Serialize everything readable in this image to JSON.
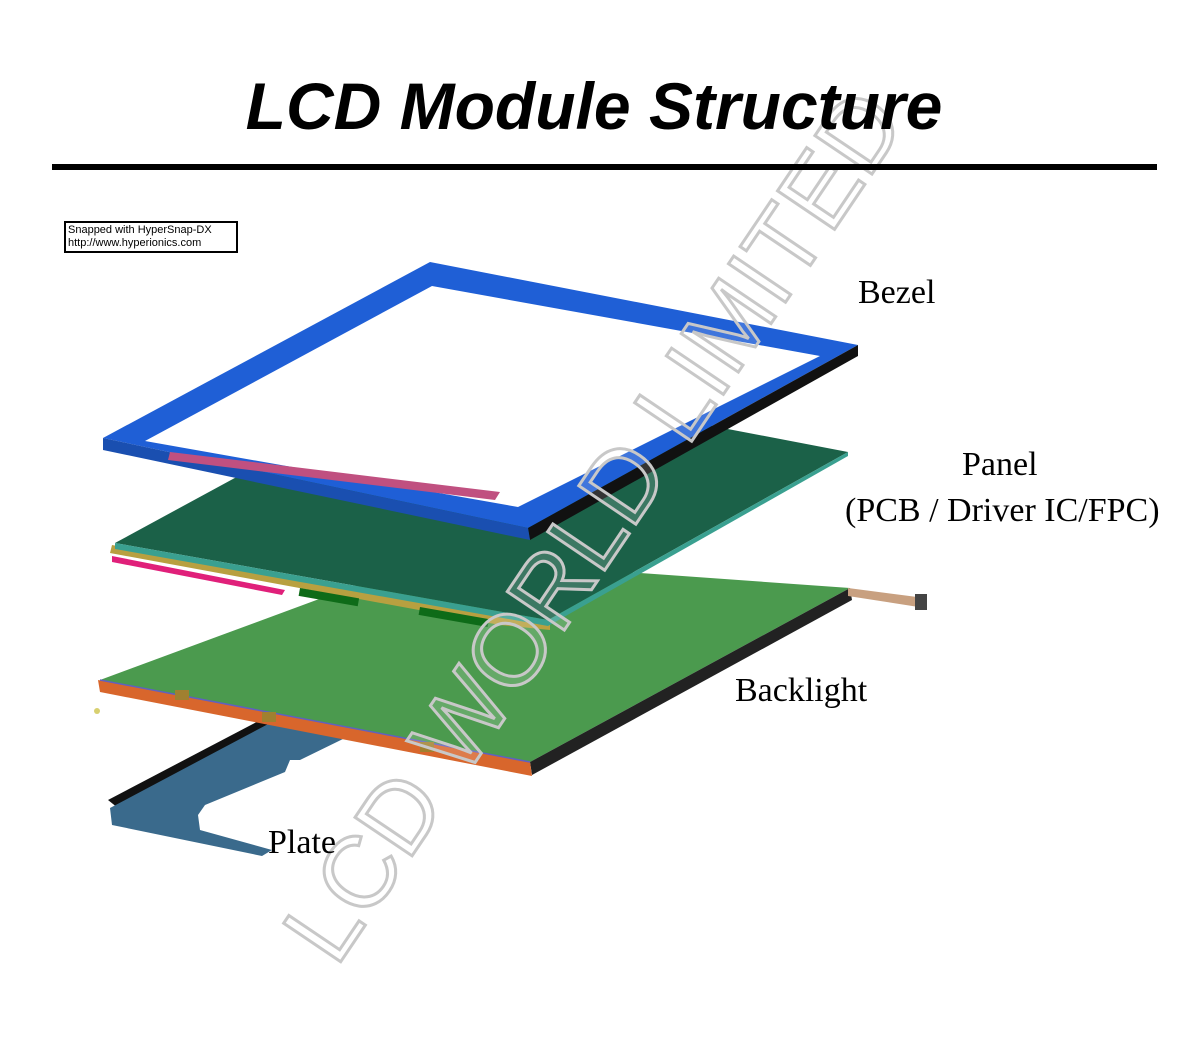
{
  "title": "LCD Module Structure",
  "snap_label": {
    "line1": "Snapped with HyperSnap-DX",
    "line2": "http://www.hyperionics.com"
  },
  "labels": {
    "bezel": "Bezel",
    "panel": "Panel",
    "panel_sub": "(PCB / Driver IC/FPC)",
    "backlight": "Backlight",
    "plate": "Plate"
  },
  "watermark": "LCD WORLD LIMITED",
  "colors": {
    "bezel": "#1f5fd6",
    "panel": "#1b6148",
    "backlight": "#4b9a4e",
    "frame": "#d8662c",
    "plate": "#3a6a8c"
  }
}
